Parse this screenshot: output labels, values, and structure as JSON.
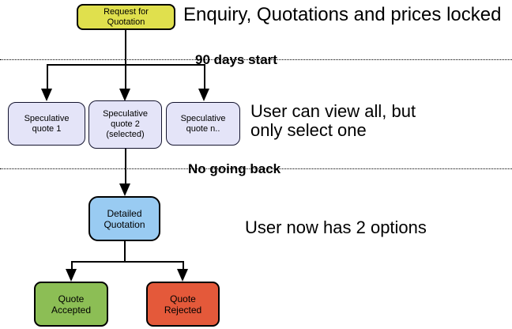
{
  "diagram": {
    "nodes": {
      "request": {
        "label": "Request for\nQuotation",
        "fill": "#e0e04d"
      },
      "spec1": {
        "label": "Speculative\nquote 1",
        "fill": "#e4e4f8"
      },
      "spec2": {
        "label": "Speculative\nquote 2\n(selected)",
        "fill": "#e4e4f8"
      },
      "spec3": {
        "label": "Speculative\nquote n..",
        "fill": "#e4e4f8"
      },
      "detailed": {
        "label": "Detailed\nQuotation",
        "fill": "#99cbf2"
      },
      "accepted": {
        "label": "Quote\nAccepted",
        "fill": "#8cbe55"
      },
      "rejected": {
        "label": "Quote\nRejected",
        "fill": "#e4593a"
      }
    },
    "annotations": {
      "headline": "Enquiry, Quotations and prices locked",
      "phase_start": "90 days start",
      "view_note": "User can view all, but\nonly select one",
      "no_going_back": "No going back",
      "options_note": "User now has 2 options"
    }
  }
}
